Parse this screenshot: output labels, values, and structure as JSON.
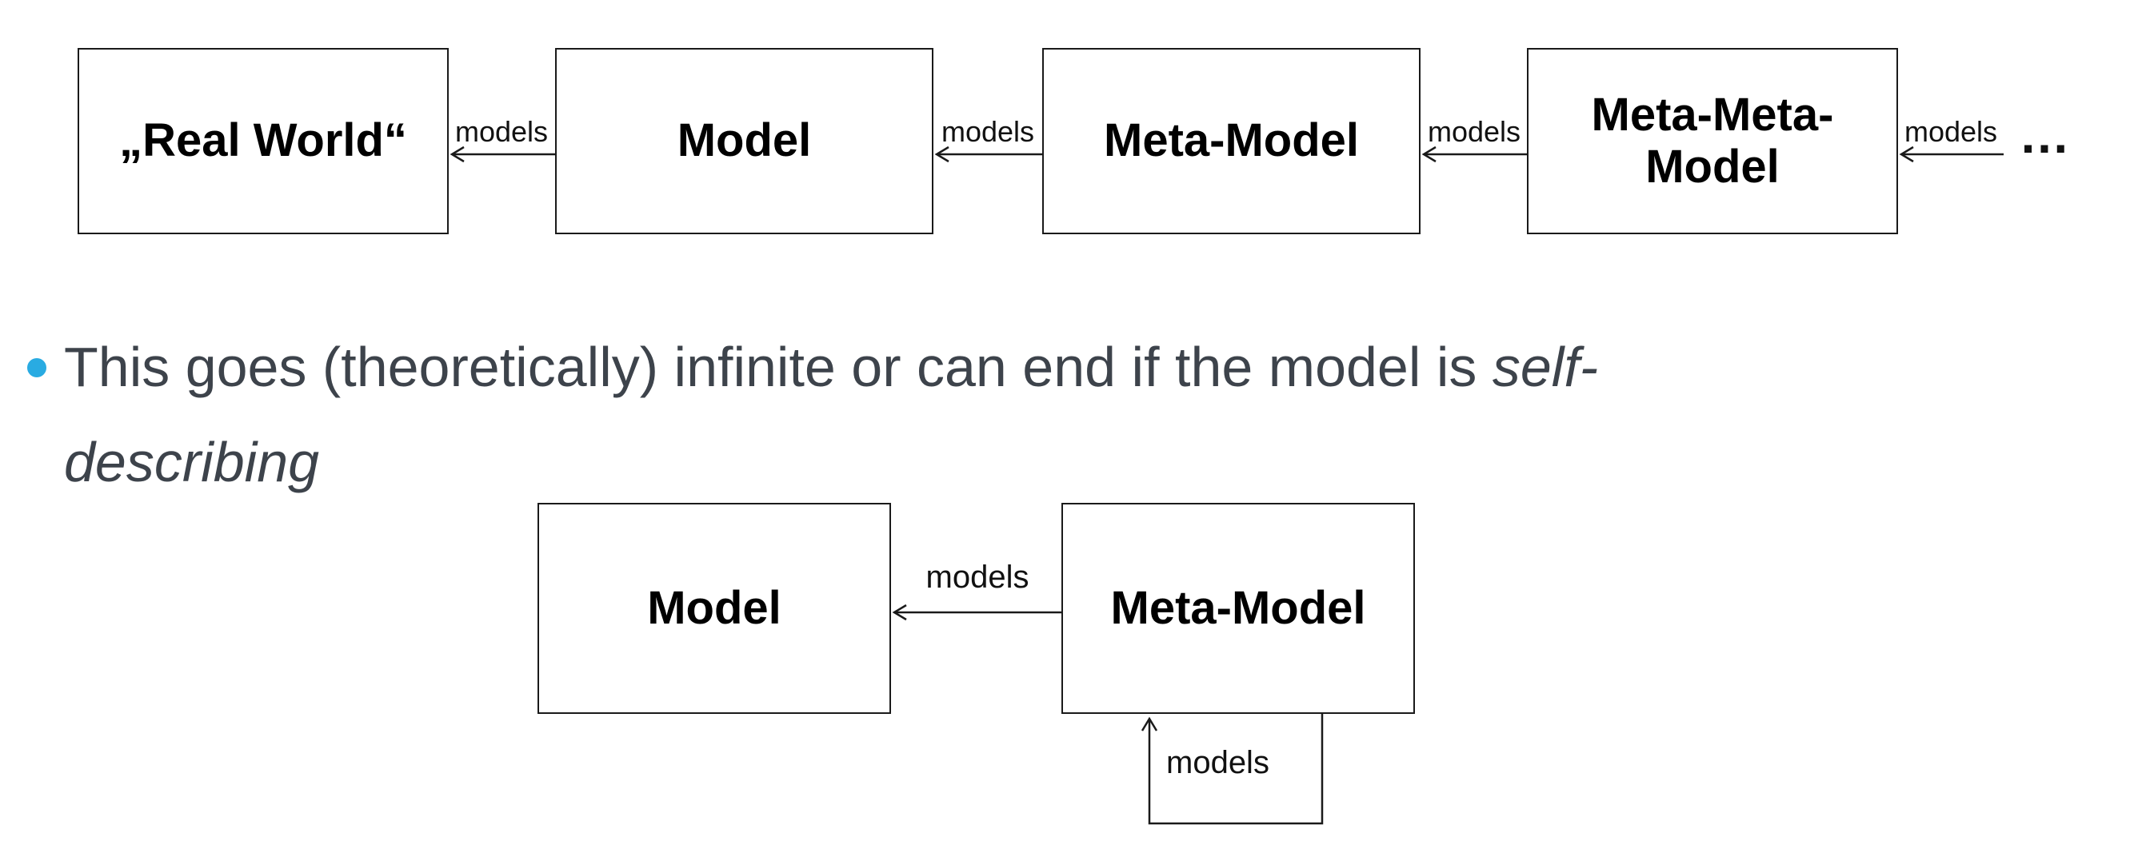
{
  "top_diagram": {
    "boxes": [
      {
        "label": "„Real World“"
      },
      {
        "label": "Model"
      },
      {
        "label": "Meta-Model"
      },
      {
        "label": "Meta-Meta-Model"
      }
    ],
    "arrow_labels": [
      "models",
      "models",
      "models",
      "models"
    ],
    "ellipsis": "…"
  },
  "bullet": {
    "line1_regular": "This goes (theoretically) infinite or can end if the model is ",
    "line1_italic": "self-",
    "line2_italic": "describing"
  },
  "bottom_diagram": {
    "boxes": [
      {
        "label": "Model"
      },
      {
        "label": "Meta-Model"
      }
    ],
    "arrow_label": "models",
    "self_loop_label": "models"
  },
  "colors": {
    "bullet_accent": "#29abe2",
    "line": "#1a1a1a",
    "text": "#3d434b"
  }
}
